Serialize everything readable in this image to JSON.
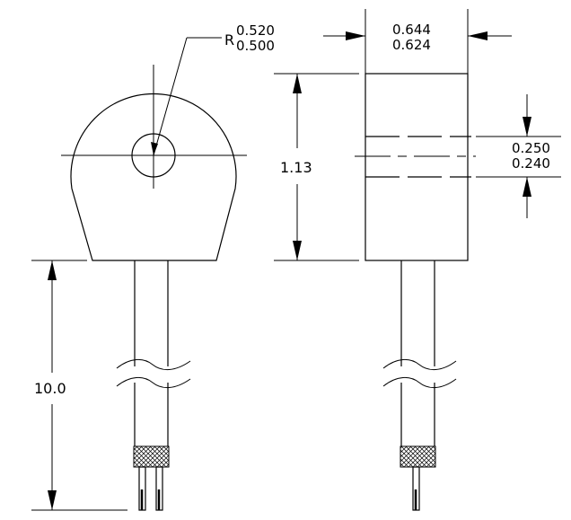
{
  "radius_dim": {
    "prefix": "R",
    "upper": "0.520",
    "lower": "0.500"
  },
  "width_dim": {
    "upper": "0.644",
    "lower": "0.624"
  },
  "height_dim": {
    "value": "1.13"
  },
  "hole_dim": {
    "upper": "0.250",
    "lower": "0.240"
  },
  "lead_length_dim": {
    "value": "10.0"
  }
}
